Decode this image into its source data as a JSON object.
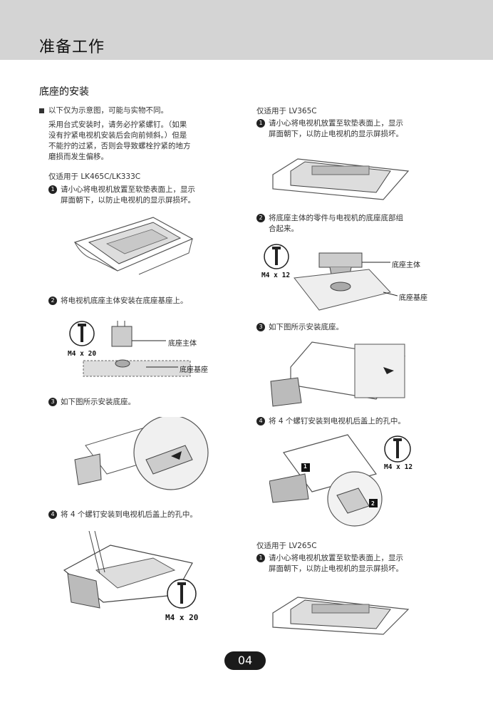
{
  "header": {
    "title": "准备工作"
  },
  "section": {
    "title": "底座的安装"
  },
  "left": {
    "note_line": "以下仅为示意图，可能与实物不同。",
    "note_body": [
      "采用台式安装时，请务必拧紧螺钉。（如果",
      "没有拧紧电视机安装后会向前倾斜。）但是",
      "不能拧的过紧，否则会导致螺栓拧紧的地方",
      "磨损而发生偏移。"
    ],
    "model": "仅适用于 LK465C/LK333C",
    "step1": {
      "num": "1",
      "lines": [
        "请小心将电视机放置至软垫表面上，显示",
        "屏面朝下，以防止电视机的显示屏损坏。"
      ]
    },
    "step2": {
      "num": "2",
      "text": "将电视机底座主体安装在底座基座上。"
    },
    "step2_callouts": {
      "body": "底座主体",
      "base": "底座基座"
    },
    "step2_screw": "M4 x 20",
    "step3": {
      "num": "3",
      "text": "如下图所示安装底座。"
    },
    "step4": {
      "num": "4",
      "text": "将 4 个螺钉安装到电视机后盖上的孔中。"
    },
    "step4_screw": "M4 x 20"
  },
  "right": {
    "model1": "仅适用于 LV365C",
    "step1": {
      "num": "1",
      "lines": [
        "请小心将电视机放置至软垫表面上，显示",
        "屏面朝下，以防止电视机的显示屏损坏。"
      ]
    },
    "step2": {
      "num": "2",
      "lines": [
        "将底座主体的零件与电视机的底座底部组",
        "合起来。"
      ]
    },
    "step2_callouts": {
      "body": "底座主体",
      "base": "底座基座"
    },
    "step2_screw": "M4 x 12",
    "step3": {
      "num": "3",
      "text": "如下图所示安装底座。"
    },
    "step4": {
      "num": "4",
      "text": "将 4 个螺钉安装到电视机后盖上的孔中。"
    },
    "step4_screw": "M4 x 12",
    "step4_markers": [
      "1",
      "2"
    ],
    "model2": "仅适用于 LV265C",
    "step5": {
      "num": "1",
      "lines": [
        "请小心将电视机放置至软垫表面上，显示",
        "屏面朝下，以防止电视机的显示屏损坏。"
      ]
    }
  },
  "footer": {
    "page": "04"
  }
}
